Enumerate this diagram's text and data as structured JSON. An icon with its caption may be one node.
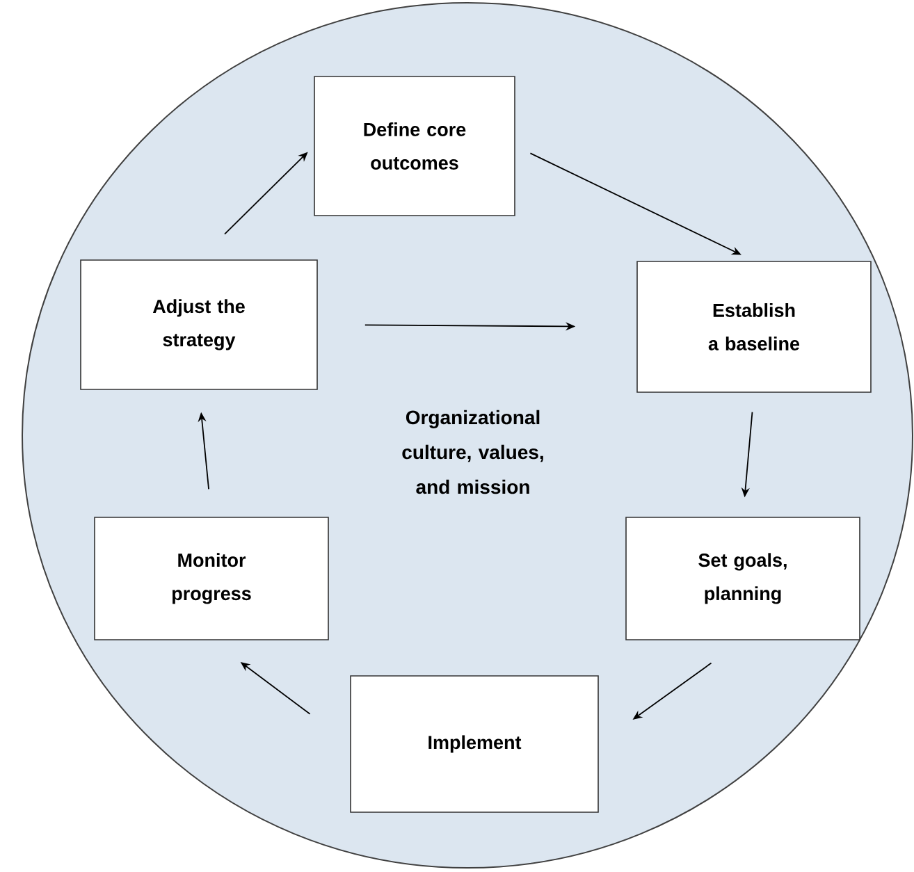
{
  "diagram": {
    "nodes": [
      {
        "text": [
          "Organizational culture, values, and mission"
        ]
      },
      {
        "text": [
          "Define core outcomes"
        ],
        "in": 0
      },
      {
        "text": [
          "Establish a baseline"
        ],
        "in": 0
      },
      {
        "text": [
          "Set goals, planning"
        ],
        "in": 0
      },
      {
        "text": [
          "Implement"
        ],
        "in": 0
      },
      {
        "text": [
          "Monitor progress"
        ],
        "in": 0
      },
      {
        "text": [
          "Adjust the strategy"
        ],
        "in": 0
      }
    ],
    "edges": [
      {
        "from": 1,
        "to": 2,
        "arrow": "to"
      },
      {
        "from": 2,
        "to": 3,
        "arrow": "to"
      },
      {
        "from": 3,
        "to": 4,
        "arrow": "to"
      },
      {
        "from": 4,
        "to": 5,
        "arrow": "to"
      },
      {
        "from": 5,
        "to": 6,
        "arrow": "to"
      },
      {
        "from": 6,
        "to": 1,
        "arrow": "to"
      },
      {
        "from": 6,
        "to": 2,
        "arrow": "to"
      }
    ]
  }
}
